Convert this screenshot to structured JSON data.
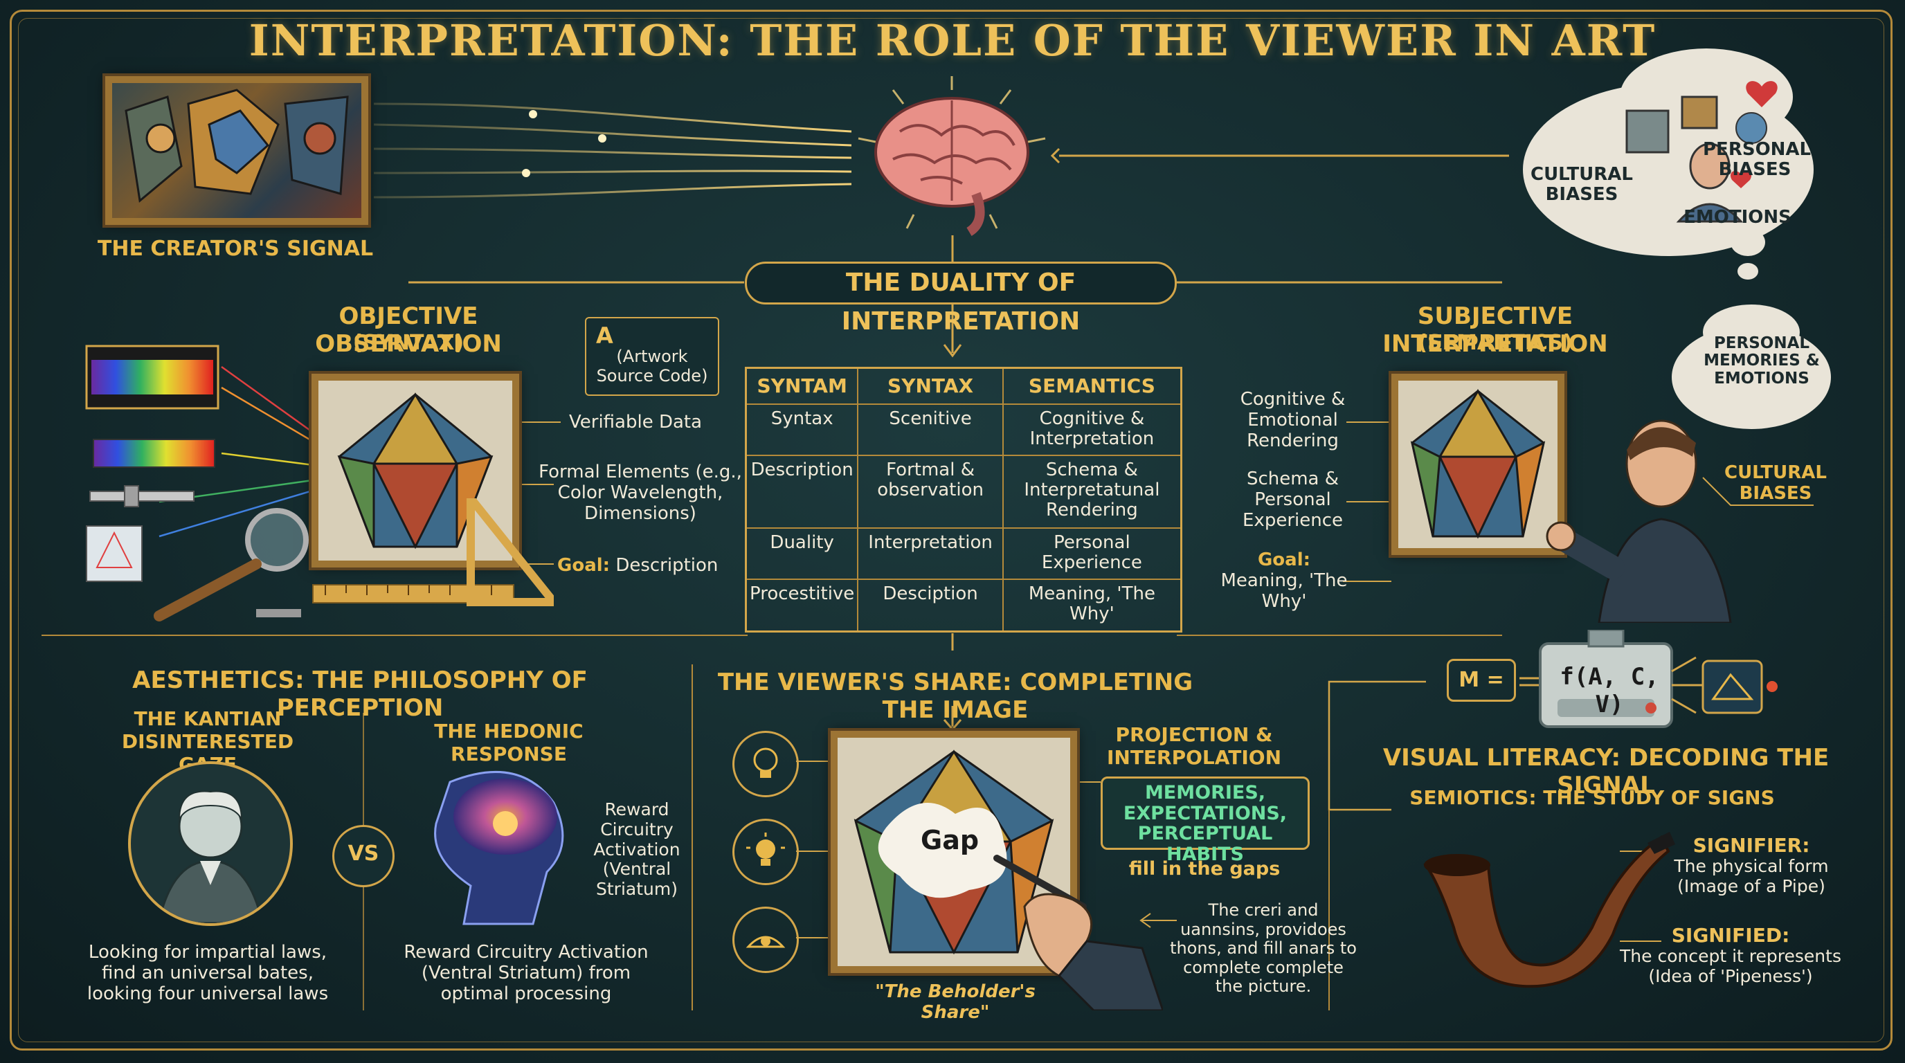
{
  "title": "INTERPRETATION: THE ROLE OF THE VIEWER IN ART",
  "creator_signal": "THE CREATOR'S SIGNAL",
  "thought_cloud_top": {
    "cultural": "CULTURAL BIASES",
    "personal": "PERSONAL BIASES",
    "emotions": "EMOTIONS"
  },
  "duality_title": "THE DUALITY OF INTERPRETATION",
  "objective": {
    "title": "OBJECTIVE OBSERVATION",
    "subtitle": "(SYNTAX)",
    "source_code_letter": "A",
    "source_code": "(Artwork Source Code)",
    "verifiable": "Verifiable Data",
    "formal_elements": "Formal Elements (e.g., Color Wavelength, Dimensions)",
    "goal_label": "Goal:",
    "goal_text": "Description"
  },
  "table": {
    "headers": [
      "SYNTAM",
      "SYNTAX",
      "SEMANTICS"
    ],
    "rows": [
      [
        "Syntax",
        "Scenitive",
        "Cognitive & Interpretation"
      ],
      [
        "Description",
        "Fortmal & observation",
        "Schema & Interpretatunal Rendering"
      ],
      [
        "Duality",
        "Interpretation",
        "Personal Experience"
      ],
      [
        "Procestitive",
        "Desciption",
        "Meaning, 'The Why'"
      ]
    ]
  },
  "subjective": {
    "title": "SUBJECTIVE INTERPRETATION",
    "subtitle": "(SEMANTICS)",
    "cognitive": "Cognitive & Emotional Rendering",
    "schema": "Schema & Personal Experience",
    "goal_label": "Goal:",
    "goal_text": "Meaning, 'The Why'",
    "cloud": "PERSONAL MEMORIES & EMOTIONS",
    "cultural": "CULTURAL BIASES"
  },
  "aesthetics": {
    "title": "AESTHETICS: THE PHILOSOPHY OF PERCEPTION",
    "kantian": "THE KANTIAN DISINTERESTED GAZE",
    "hedonic": "THE HEDONIC RESPONSE",
    "vs": "VS",
    "reward": "Reward Circuitry Activation (Ventral Striatum)",
    "kant_desc": "Looking for impartial laws, find an universal bates, looking four universal laws",
    "hedonic_desc": "Reward Circuitry Activation (Ventral Striatum) from optimal processing"
  },
  "viewer_share": {
    "title": "THE VIEWER'S SHARE: COMPLETING THE IMAGE",
    "gap": "Gap",
    "projection": "PROJECTION & INTERPOLATION",
    "memories": "MEMORIES, EXPECTATIONS, PERCEPTUAL HABITS",
    "fill": "fill in the gaps",
    "desc": "The creri and uannsins, providoes thons, and fill anars to complete complete the picture.",
    "beholder": "\"The Beholder's Share\""
  },
  "visual_literacy": {
    "formula_m": "M =",
    "formula_f": "f(A, C, V)",
    "title": "VISUAL LITERACY: DECODING THE SIGNAL",
    "semiotics": "SEMIOTICS: THE STUDY OF SIGNS",
    "signifier_label": "SIGNIFIER:",
    "signifier_text": "The physical form (Image of a Pipe)",
    "signified_label": "SIGNIFIED:",
    "signified_text": "The concept it represents (Idea of 'Pipeness')"
  }
}
